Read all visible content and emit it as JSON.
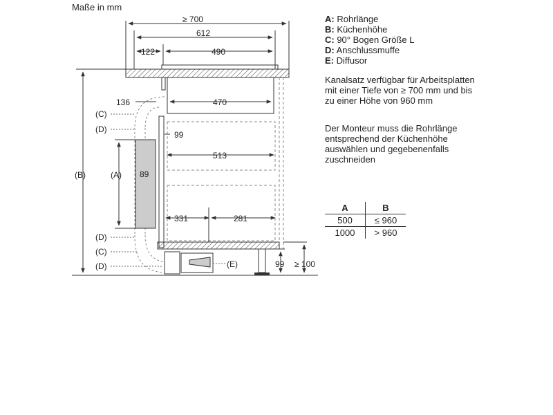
{
  "units_label": "Maße in mm",
  "legend": [
    {
      "key": "A:",
      "text": " Rohrlänge"
    },
    {
      "key": "B:",
      "text": " Küchenhöhe"
    },
    {
      "key": "C:",
      "text": " 90° Bogen Größe L"
    },
    {
      "key": "D:",
      "text": " Anschlussmuffe"
    },
    {
      "key": "E:",
      "text": " Diffusor"
    }
  ],
  "notes": [
    "Kanalsatz verfügbar für Arbeitsplatten mit einer Tiefe von ≥ 700 mm und bis zu einer Höhe von 960 mm",
    "Der Monteur muss die Rohrlänge entsprechend der Küchenhöhe auswählen und gegebenenfalls zuschneiden"
  ],
  "length_table": {
    "headers": [
      "A",
      "B"
    ],
    "rows": [
      [
        "500",
        "≤ 960"
      ],
      [
        "1000",
        "> 960"
      ]
    ]
  },
  "dimensions": {
    "d700": "≥ 700",
    "d612": "612",
    "d122": "122",
    "d490": "490",
    "d136": "136",
    "d470": "470",
    "d99a": "99",
    "d513": "513",
    "d89": "89",
    "d331": "331",
    "d281": "281",
    "d99b": "99",
    "d100": "≥ 100"
  },
  "callouts": {
    "B": "(B)",
    "A": "(A)",
    "C1": "(C)",
    "D1": "(D)",
    "D2": "(D)",
    "C2": "(C)",
    "D3": "(D)",
    "E": "(E)"
  },
  "colors": {
    "line": "#333333",
    "dashed": "#888888",
    "fill_gray": "#cccccc",
    "hatch": "#444444"
  }
}
